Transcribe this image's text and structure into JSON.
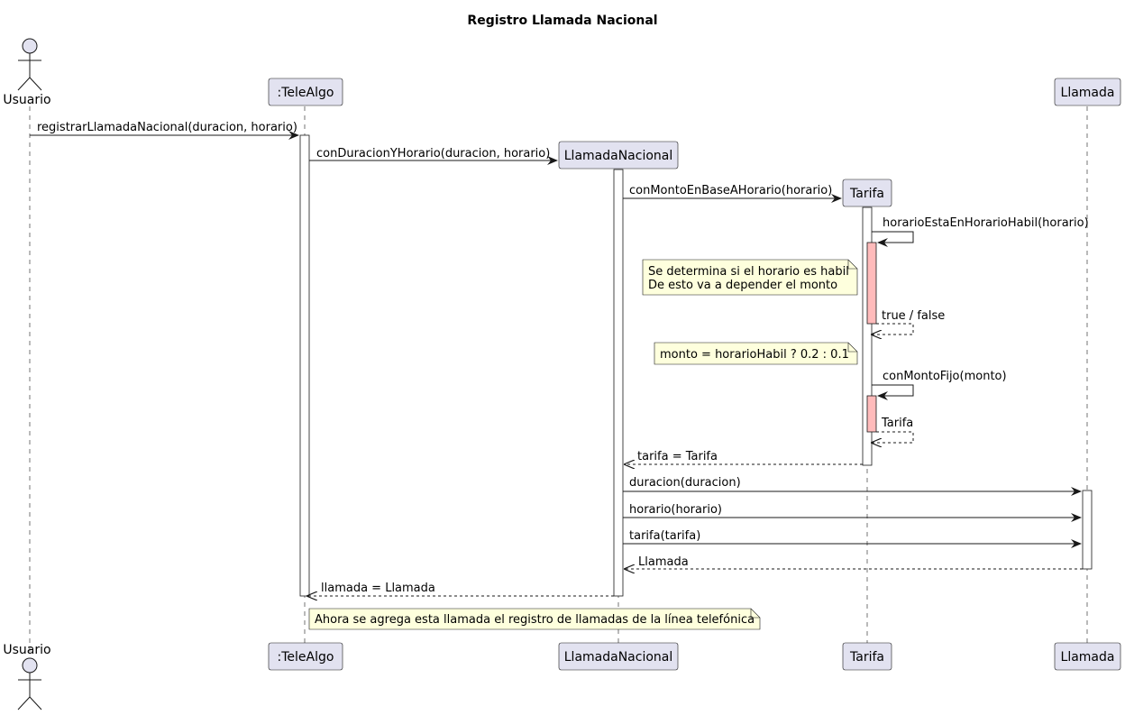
{
  "title": "Registro Llamada Nacional",
  "colors": {
    "participant_fill": "#E2E2F0",
    "participant_stroke": "#181818",
    "note_fill": "#FEFFDD",
    "activation_fill": "#FFFFFF",
    "activation_highlight": "#FFBBBB",
    "line": "#181818"
  },
  "participants": [
    {
      "id": "usuario",
      "label": "Usuario",
      "kind": "actor"
    },
    {
      "id": "telealgo",
      "label": ":TeleAlgo",
      "kind": "box"
    },
    {
      "id": "llamadanacional",
      "label": "LlamadaNacional",
      "kind": "box"
    },
    {
      "id": "tarifa",
      "label": "Tarifa",
      "kind": "box"
    },
    {
      "id": "llamada",
      "label": "Llamada",
      "kind": "box"
    }
  ],
  "messages": [
    {
      "from": "usuario",
      "to": "telealgo",
      "label": "registrarLlamadaNacional(duracion, horario)",
      "kind": "sync"
    },
    {
      "from": "telealgo",
      "to": "llamadanacional",
      "label": "conDuracionYHorario(duracion, horario)",
      "kind": "create"
    },
    {
      "from": "llamadanacional",
      "to": "tarifa",
      "label": "conMontoEnBaseAHorario(horario)",
      "kind": "create"
    },
    {
      "from": "tarifa",
      "to": "tarifa",
      "label": "horarioEstaEnHorarioHabil(horario)",
      "kind": "self"
    },
    {
      "from": "tarifa",
      "to": "tarifa",
      "label": "true / false",
      "kind": "self-return"
    },
    {
      "from": "tarifa",
      "to": "tarifa",
      "label": "conMontoFijo(monto)",
      "kind": "self"
    },
    {
      "from": "tarifa",
      "to": "tarifa",
      "label": "Tarifa",
      "kind": "self-return"
    },
    {
      "from": "tarifa",
      "to": "llamadanacional",
      "label": "tarifa = Tarifa",
      "kind": "return"
    },
    {
      "from": "llamadanacional",
      "to": "llamada",
      "label": "duracion(duracion)",
      "kind": "sync"
    },
    {
      "from": "llamadanacional",
      "to": "llamada",
      "label": "horario(horario)",
      "kind": "sync"
    },
    {
      "from": "llamadanacional",
      "to": "llamada",
      "label": "tarifa(tarifa)",
      "kind": "sync"
    },
    {
      "from": "llamada",
      "to": "llamadanacional",
      "label": "Llamada",
      "kind": "return"
    },
    {
      "from": "llamadanacional",
      "to": "telealgo",
      "label": "llamada = Llamada",
      "kind": "return"
    }
  ],
  "notes": [
    {
      "lines": [
        "Se determina si el horario es habil",
        "De esto va a depender el monto"
      ]
    },
    {
      "lines": [
        "monto = horarioHabil ? 0.2 : 0.1"
      ]
    },
    {
      "lines": [
        "Ahora se agrega esta llamada el registro de llamadas de la línea telefónica"
      ]
    }
  ]
}
